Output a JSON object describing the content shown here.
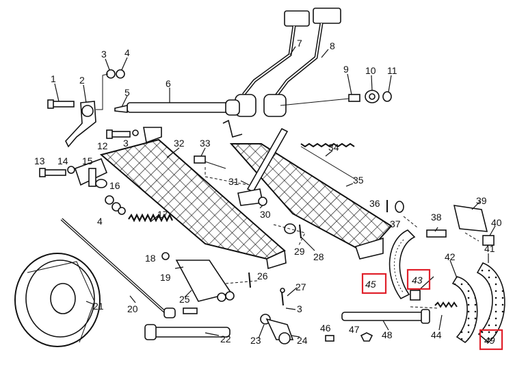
{
  "diagram": {
    "labels": [
      "1",
      "2",
      "3",
      "4",
      "5",
      "6",
      "7",
      "8",
      "9",
      "10",
      "11",
      "12",
      "3",
      "13",
      "14",
      "15",
      "16",
      "4",
      "17",
      "18",
      "19",
      "20",
      "21",
      "22",
      "23",
      "24",
      "25",
      "26",
      "27",
      "3",
      "28",
      "29",
      "30",
      "31",
      "32",
      "33",
      "34",
      "35",
      "36",
      "37",
      "38",
      "39",
      "40",
      "41",
      "42",
      "43",
      "44",
      "45",
      "46",
      "47",
      "48",
      "49"
    ],
    "highlighted": [
      "43",
      "45",
      "49"
    ],
    "highlight_color": "#e0202a",
    "line_color": "#111111"
  }
}
